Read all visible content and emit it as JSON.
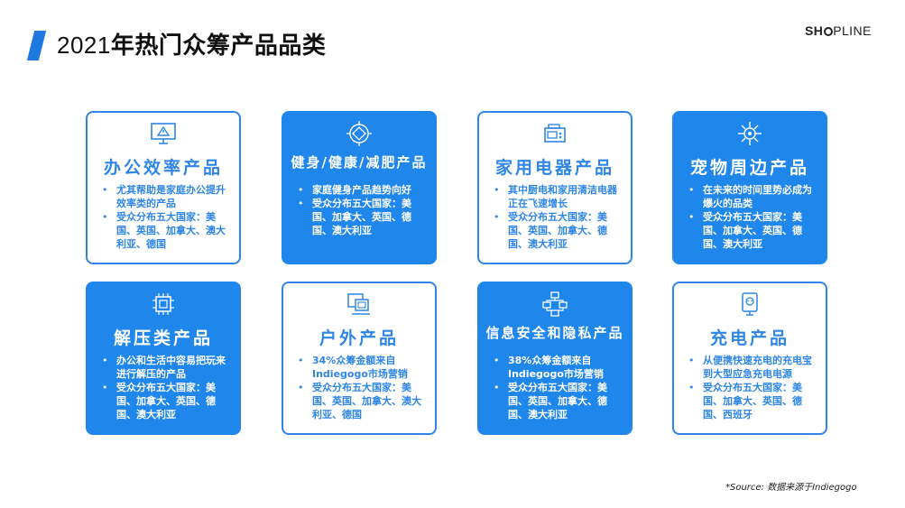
{
  "header": {
    "title_num": "2021",
    "title_text": "年热门众筹产品品类",
    "logo_left": "SH",
    "logo_right": "PLINE",
    "accent_color": "#1f78e0"
  },
  "cards": [
    {
      "icon": "monitor-icon",
      "title": "办公效率产品",
      "bullets": [
        "尤其帮助是家庭办公提升效率类的产品",
        "受众分布五大国家：美国、英国、加拿大、澳大利亚、德国"
      ]
    },
    {
      "icon": "fitness-icon",
      "title": "健身/健康/减肥产品",
      "bullets": [
        "家庭健身产品趋势向好",
        "受众分布五大国家：美国、加拿大、英国、德国、澳大利亚"
      ]
    },
    {
      "icon": "appliance-icon",
      "title": "家用电器产品",
      "bullets": [
        "其中厨电和家用清洁电器正在飞速增长",
        "受众分布五大国家：美国、英国、加拿大、德国、澳大利亚"
      ]
    },
    {
      "icon": "pet-icon",
      "title": "宠物周边产品",
      "bullets": [
        "在未来的时间里势必成为爆火的品类",
        "受众分布五大国家：美国、加拿大、英国、德国、澳大利亚"
      ]
    },
    {
      "icon": "chip-icon",
      "title": "解压类产品",
      "bullets": [
        "办公和生活中容易把玩来进行解压的产品",
        "受众分布五大国家：美国、加拿大、英国、德国、澳大利亚"
      ]
    },
    {
      "icon": "outdoor-icon",
      "title": "户外产品",
      "bullets": [
        "34%众筹金额来自Indiegogo市场营销",
        "受众分布五大国家：美国、英国、加拿大、澳大利亚、德国"
      ]
    },
    {
      "icon": "network-icon",
      "title": "信息安全和隐私产品",
      "bullets": [
        "38%众筹金额来自Indiegogo市场营销",
        "受众分布五大国家：美国、英国、加拿大、德国、澳大利亚"
      ]
    },
    {
      "icon": "charger-icon",
      "title": "充电产品",
      "bullets": [
        "从便携快速充电的充电宝到大型应急充电电源",
        "受众分布五大国家：美国、加拿大、英国、德国、西班牙"
      ]
    }
  ],
  "footer": {
    "source": "*Source: 数据来源于Indiegogo"
  }
}
